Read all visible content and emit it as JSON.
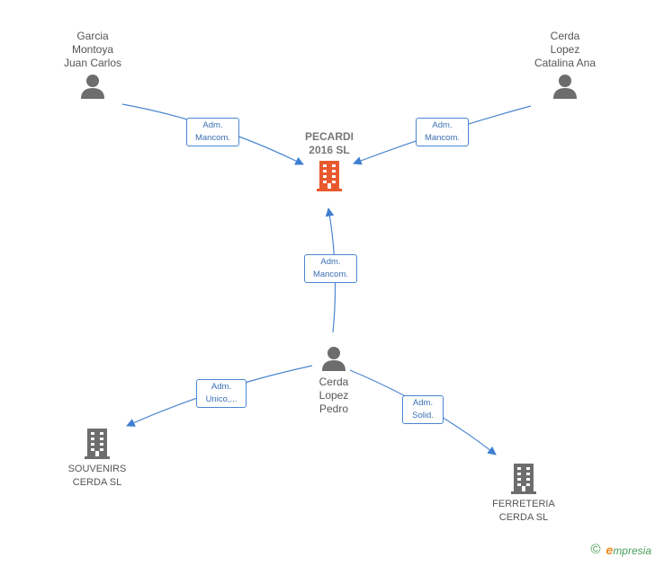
{
  "nodes": {
    "garcia": {
      "label": "Garcia\nMontoya\nJuan Carlos",
      "kind": "person"
    },
    "catalina": {
      "label": "Cerda\nLopez\nCatalina Ana",
      "kind": "person"
    },
    "pecardi": {
      "label": "PECARDI\n2016  SL",
      "kind": "company-main"
    },
    "pedro": {
      "label": "Cerda\nLopez\nPedro",
      "kind": "person"
    },
    "souvenirs": {
      "label": "SOUVENIRS\nCERDA  SL",
      "kind": "company"
    },
    "ferreteria": {
      "label": "FERRETERIA\nCERDA  SL",
      "kind": "company"
    }
  },
  "edges": {
    "garcia_pecardi": {
      "label": "Adm.\nMancom."
    },
    "catalina_pecardi": {
      "label": "Adm.\nMancom."
    },
    "pedro_pecardi": {
      "label": "Adm.\nMancom."
    },
    "pedro_souvenirs": {
      "label": "Adm.\nUnico,..."
    },
    "pedro_ferreteria": {
      "label": "Adm.\nSolid."
    }
  },
  "footer": {
    "copyright": "©",
    "brand_initial": "e",
    "brand_rest": "mpresia"
  },
  "colors": {
    "edge": "#4a86d0",
    "main_company": "#e8592d",
    "icon_gray": "#6d6d6d"
  }
}
